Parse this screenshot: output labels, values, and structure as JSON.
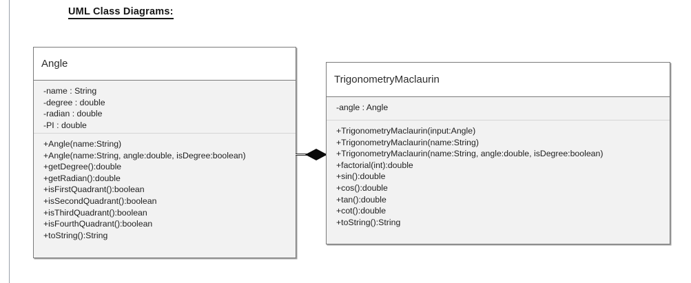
{
  "page": {
    "title": "UML Class Diagrams:",
    "margin_rule": "page-margin-rule"
  },
  "diagram": {
    "type": "uml-class-diagram",
    "classes": [
      {
        "name": "Angle",
        "attributes": [
          "-name : String",
          "-degree : double",
          "-radian : double",
          "-PI : double"
        ],
        "methods": [
          "+Angle(name:String)",
          "+Angle(name:String, angle:double, isDegree:boolean)",
          "+getDegree():double",
          "+getRadian():double",
          "+isFirstQuadrant():boolean",
          "+isSecondQuadrant():boolean",
          "+isThirdQuadrant():boolean",
          "+isFourthQuadrant():boolean",
          "+toString():String"
        ]
      },
      {
        "name": "TrigonometryMaclaurin",
        "attributes": [
          "-angle : Angle"
        ],
        "methods": [
          "+TrigonometryMaclaurin(input:Angle)",
          "+TrigonometryMaclaurin(name:String)",
          "+TrigonometryMaclaurin(name:String, angle:double, isDegree:boolean)",
          "+factorial(int):double",
          "+sin():double",
          "+cos():double",
          "+tan():double",
          "+cot():double",
          "+toString():String"
        ]
      }
    ],
    "relationship": {
      "kind": "composition",
      "icon": "filled-diamond-icon",
      "from": "Angle",
      "to": "TrigonometryMaclaurin",
      "label": ""
    }
  },
  "colors": {
    "box_border": "#7a7a7a",
    "section_fill": "#f2f2f2",
    "header_fill": "#ffffff",
    "text": "#1d1d1d",
    "title_text": "#161616",
    "connector": "#2a2a2a",
    "margin_rule": "#9aa0aa"
  }
}
